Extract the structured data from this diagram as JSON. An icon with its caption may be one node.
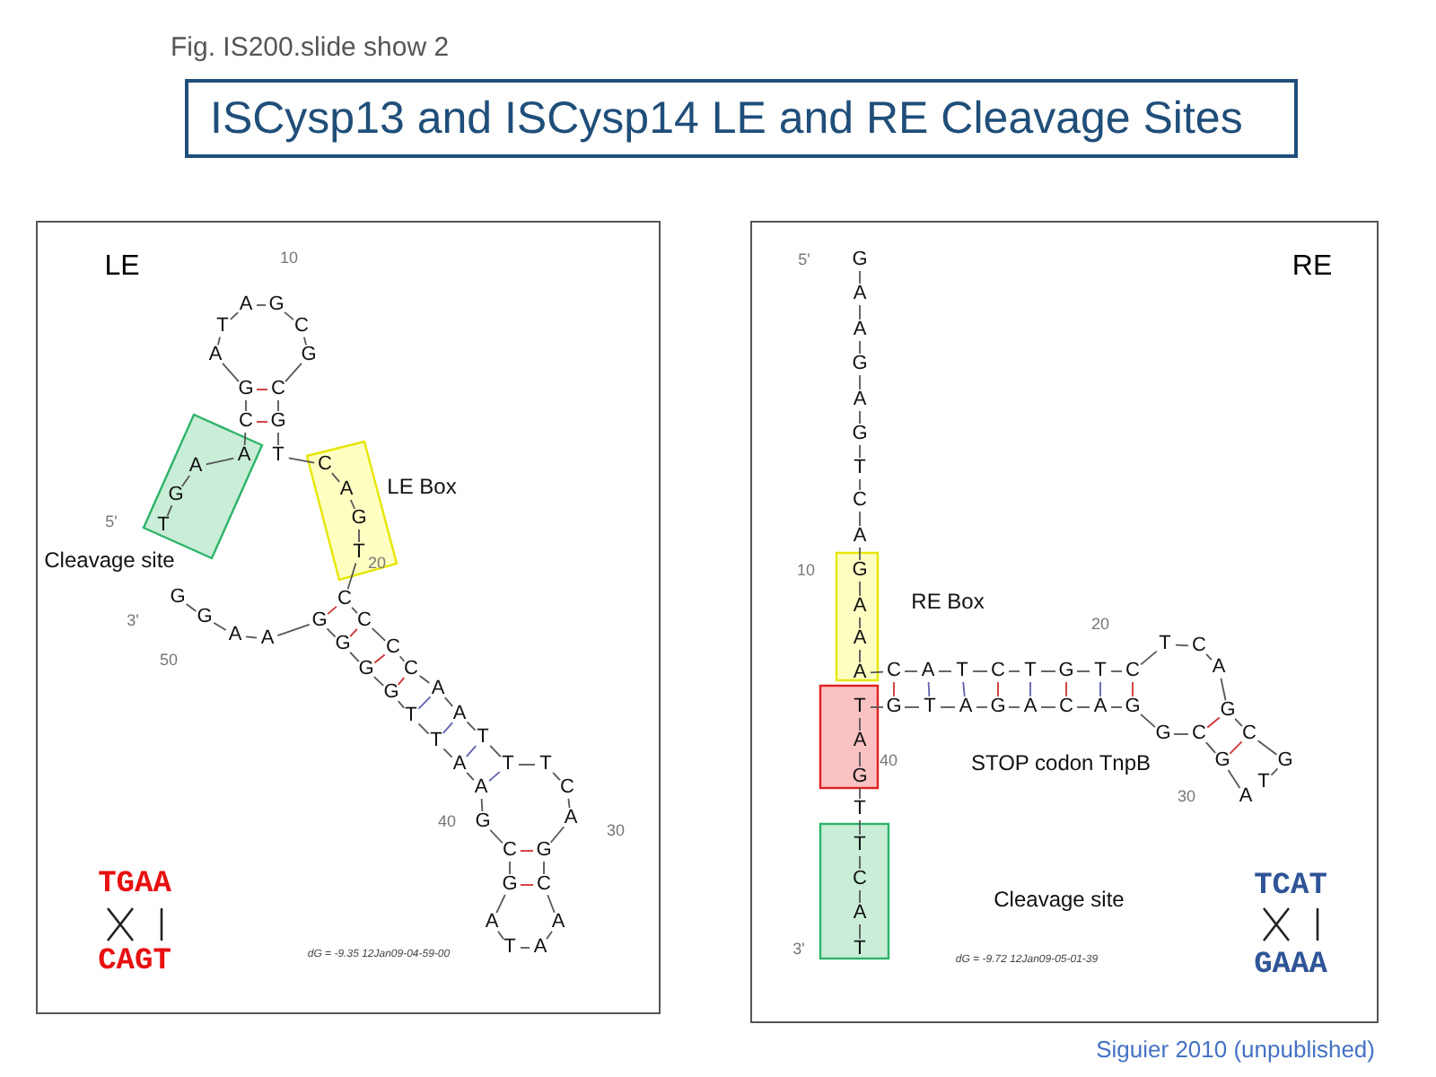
{
  "diagram": {
    "title": "ISCysp13 and ISCysp14 LE and RE Cleavage Sites",
    "caption": "Siguier 2010 (unpublished)",
    "nodes": [
      {
        "text": [
          "LE"
        ]
      },
      {
        "text": [
          "RE"
        ]
      }
    ],
    "labels": [
      "Fig. IS200.slide show 2",
      "T",
      "G",
      "A",
      "A",
      "C",
      "G",
      "A",
      "T",
      "A",
      "G",
      "C",
      "G",
      "C",
      "G",
      "T",
      "C",
      "A",
      "G",
      "T",
      "C",
      "C",
      "C",
      "C",
      "A",
      "A",
      "T",
      "T",
      "T",
      "C",
      "A",
      "G",
      "C",
      "A",
      "A",
      "T",
      "A",
      "G",
      "C",
      "G",
      "A",
      "A",
      "T",
      "T",
      "G",
      "G",
      "G",
      "G",
      "A",
      "A",
      "G",
      "G",
      "10",
      "20",
      "30",
      "40",
      "50",
      "5'",
      "3'",
      "LE Box",
      "Cleavage site",
      "TGAA",
      "CAGT",
      "dG = -9.35 12Jan09-04-59-00",
      "G",
      "A",
      "A",
      "G",
      "A",
      "G",
      "T",
      "C",
      "A",
      "G",
      "A",
      "A",
      "A",
      "C",
      "A",
      "T",
      "C",
      "T",
      "G",
      "T",
      "C",
      "T",
      "C",
      "A",
      "G",
      "C",
      "G",
      "T",
      "A",
      "G",
      "C",
      "G",
      "G",
      "A",
      "C",
      "A",
      "G",
      "A",
      "T",
      "G",
      "T",
      "A",
      "G",
      "T",
      "T",
      "C",
      "A",
      "T",
      "10",
      "20",
      "30",
      "40",
      "5'",
      "3'",
      "RE Box",
      "STOP codon TnpB",
      "Cleavage site",
      "TCAT",
      "GAAA",
      "dG = -9.72 12Jan09-05-01-39"
    ]
  }
}
